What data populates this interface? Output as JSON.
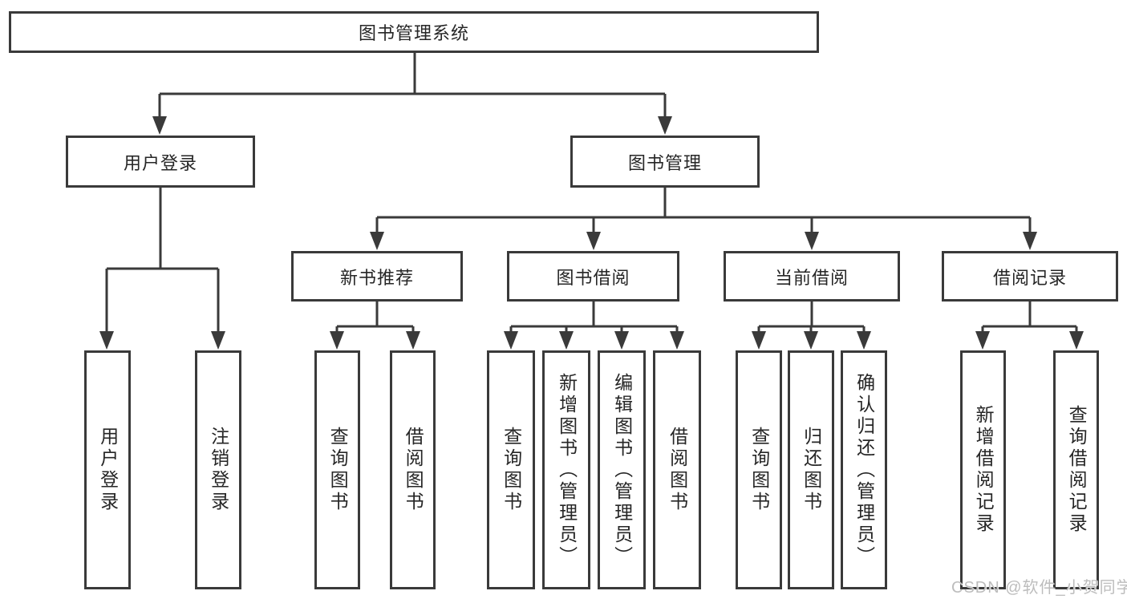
{
  "colors": {
    "line": "#3a3a3a",
    "box_border": "#3a3a3a",
    "text": "#262626",
    "background": "#ffffff",
    "watermark": "#bdbdbd"
  },
  "tree": {
    "root": {
      "label": "图书管理系统",
      "children": [
        {
          "label": "用户登录",
          "children": [
            {
              "label": "用户登录"
            },
            {
              "label": "注销登录"
            }
          ]
        },
        {
          "label": "图书管理",
          "children": [
            {
              "label": "新书推荐",
              "children": [
                {
                  "label": "查询图书"
                },
                {
                  "label": "借阅图书"
                }
              ]
            },
            {
              "label": "图书借阅",
              "children": [
                {
                  "label": "查询图书"
                },
                {
                  "label": "新增图书（管理员）"
                },
                {
                  "label": "编辑图书（管理员）"
                },
                {
                  "label": "借阅图书"
                }
              ]
            },
            {
              "label": "当前借阅",
              "children": [
                {
                  "label": "查询图书"
                },
                {
                  "label": "归还图书"
                },
                {
                  "label": "确认归还（管理员）"
                }
              ]
            },
            {
              "label": "借阅记录",
              "children": [
                {
                  "label": "新增借阅记录"
                },
                {
                  "label": "查询借阅记录"
                }
              ]
            }
          ]
        }
      ]
    }
  },
  "watermark": {
    "text": "CSDN @软件_小贺同学"
  }
}
